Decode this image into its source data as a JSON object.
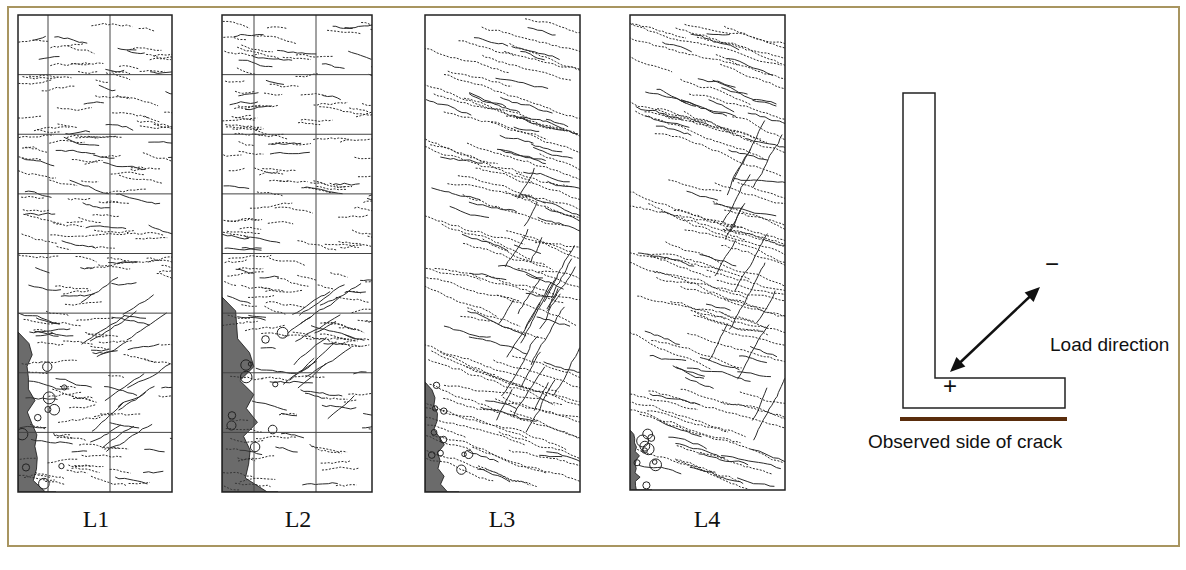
{
  "diagram": {
    "labels": [
      "L1",
      "L2",
      "L3",
      "L4",
      "+",
      "−",
      "Load direction",
      "Observed side of crack"
    ]
  }
}
